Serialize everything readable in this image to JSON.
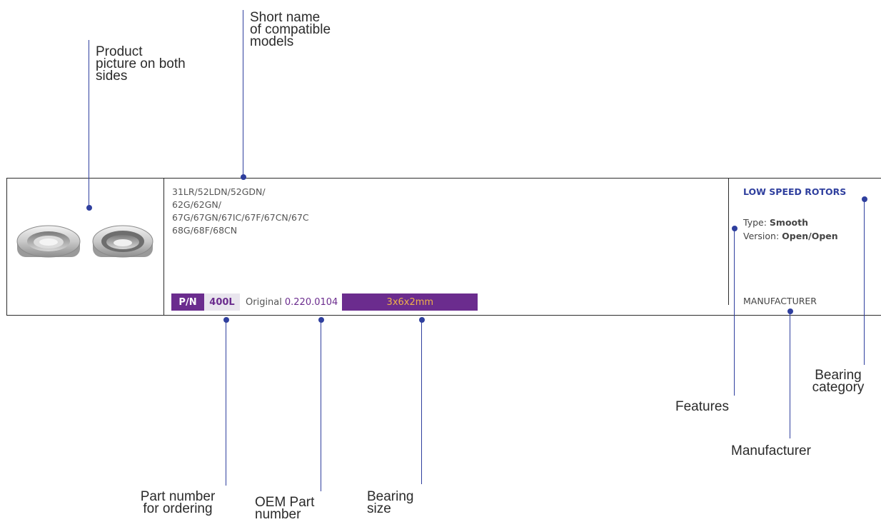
{
  "product": {
    "compatible_models": [
      "31LR/52LDN/52GDN/",
      "62G/62GN/",
      "67G/67GN/67IC/67F/67CN/67C",
      "68G/68F/68CN"
    ],
    "pn_label": "P/N",
    "part_number": "400L",
    "original_label": "Original",
    "oem_number": "0.220.0104",
    "bearing_size": "3x6x2mm",
    "category": "LOW SPEED ROTORS",
    "type_label": "Type:",
    "type_value": "Smooth",
    "version_label": "Version:",
    "version_value": "Open/Open",
    "manufacturer": "MANUFACTURER"
  },
  "callouts": {
    "product_picture": "Product\npicture on both\nsides",
    "short_name": "Short name\nof compatible\nmodels",
    "part_number": "Part number\nfor ordering",
    "oem_part": "OEM Part\nnumber",
    "bearing_size": "Bearing\nsize",
    "features": "Features",
    "manufacturer": "Manufacturer",
    "bearing_category": "Bearing\ncategory"
  },
  "colors": {
    "accent_purple": "#6b2c8e",
    "size_text_orange": "#f0b24a",
    "callout_blue": "#2f3f9e",
    "border": "#2b2b2b"
  }
}
